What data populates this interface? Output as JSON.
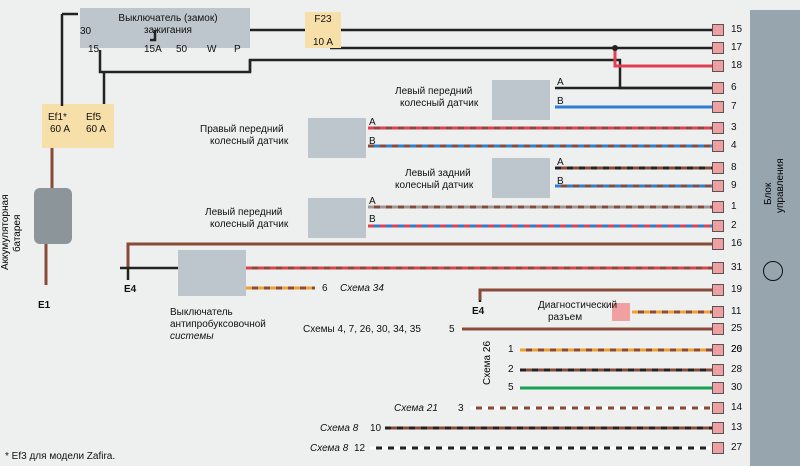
{
  "ignition": {
    "title_line1": "Выключатель (замок)",
    "title_line2": "зажигания",
    "pins": [
      "30",
      "15",
      "15A",
      "50",
      "W",
      "P"
    ]
  },
  "fuse_f23": {
    "name": "F23",
    "rating": "10 A"
  },
  "fuses_main": [
    {
      "name": "Ef1*",
      "rating": "60 A"
    },
    {
      "name": "Ef5",
      "rating": "60 A"
    }
  ],
  "battery": {
    "label_line1": "Аккумуляторная",
    "label_line2": "батарея"
  },
  "grounds": {
    "e1": "E1",
    "e4_left": "E4",
    "e4_right": "E4"
  },
  "sensors": {
    "front_left_top": {
      "line1": "Левый передний",
      "line2": "колесный датчик"
    },
    "front_right": {
      "line1": "Правый передний",
      "line2": "колесный датчик"
    },
    "rear_left": {
      "line1": "Левый задний",
      "line2": "колесный датчик"
    },
    "front_left_bottom": {
      "line1": "Левый передний",
      "line2": "колесный датчик"
    },
    "pin_a": "A",
    "pin_b": "B"
  },
  "antislip_switch": {
    "line1": "Выключатель",
    "line2": "антипробуксовочной",
    "line3": "системы"
  },
  "diag_connector": {
    "line1": "Диагностический",
    "line2": "разъем"
  },
  "control_unit": {
    "line1": "Блок",
    "line2": "управления"
  },
  "control_pins": [
    "15",
    "17",
    "18",
    "6",
    "7",
    "3",
    "4",
    "8",
    "9",
    "1",
    "2",
    "16",
    "31",
    "19",
    "11",
    "25",
    "20",
    "26",
    "28",
    "30",
    "14",
    "13",
    "27"
  ],
  "refs": {
    "r6": {
      "label": "Схема  34",
      "num": "6"
    },
    "r5": {
      "label": "Схемы 4, 7, 26, 30, 34, 35",
      "num": "5"
    },
    "r26": {
      "label": "Схема  26",
      "nums": [
        "1",
        "2",
        "5"
      ]
    },
    "r21": {
      "label": "Схема  21",
      "num": "3"
    },
    "r10": {
      "label": "Схема  8",
      "num": "10"
    },
    "r12": {
      "label": "Схема  8",
      "num": "12"
    }
  },
  "footnote": "* Ef3 для модели Zafira.",
  "colors": {
    "brown": "#8a4a3a",
    "black": "#222222",
    "red": "#e04050",
    "blue": "#2a7fd0",
    "green": "#1aa050",
    "orange": "#f0a030",
    "grey": "#9a9a9a",
    "white": "#ffffff"
  }
}
